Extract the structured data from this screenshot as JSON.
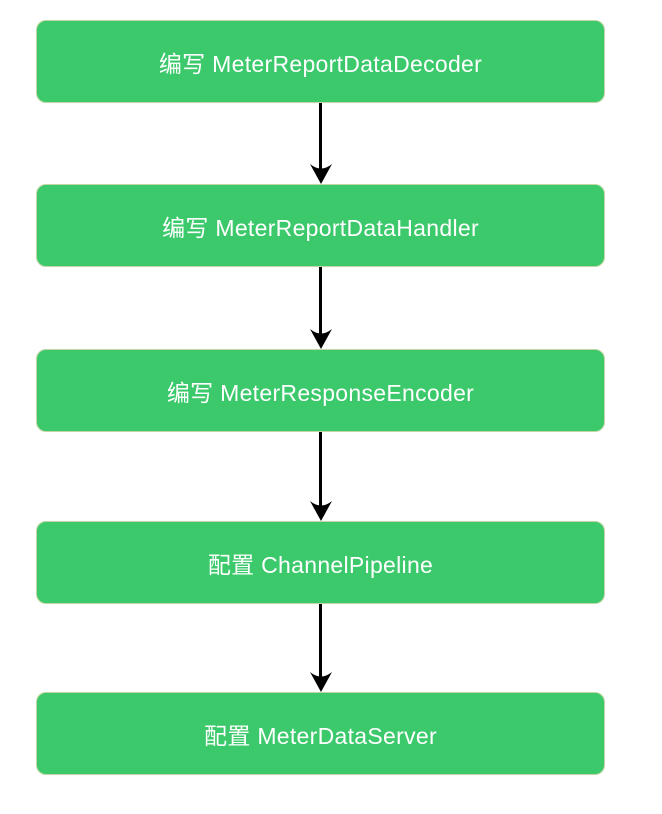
{
  "diagram": {
    "colors": {
      "background": "#ffffff",
      "node_fill": "#3bc96b",
      "node_border": "#c3d6a4",
      "node_text": "#ffffff",
      "arrow": "#000000"
    },
    "nodes": [
      {
        "label": "编写 MeterReportDataDecoder"
      },
      {
        "label": "编写 MeterReportDataHandler"
      },
      {
        "label": "编写 MeterResponseEncoder"
      },
      {
        "label": "配置 ChannelPipeline"
      },
      {
        "label": "配置 MeterDataServer"
      }
    ]
  }
}
